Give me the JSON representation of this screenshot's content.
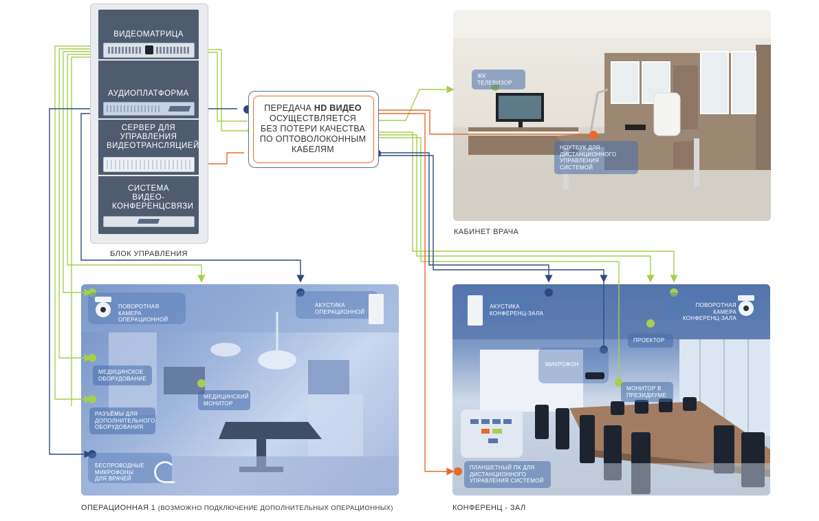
{
  "rack": {
    "sections": [
      {
        "label": "ВИДЕОМАТРИЦА"
      },
      {
        "label": "АУДИОПЛАТФОРМА"
      },
      {
        "label": "СЕРВЕР ДЛЯ УПРАВЛЕНИЯ ВИДЕОТРАНСЛЯЦИЕЙ"
      },
      {
        "label": "СИСТЕМА ВИДЕО-КОНФЕРЕНЦСВЯЗИ"
      }
    ],
    "caption": "БЛОК УПРАВЛЕНИЯ"
  },
  "center": {
    "line1_pre": "ПЕРЕДАЧА ",
    "line1_bold": "HD ВИДЕО",
    "line2": "ОСУЩЕСТВЛЯЕТСЯ",
    "line3": "БЕЗ ПОТЕРИ КАЧЕСТВА",
    "line4": "ПО ОПТОВОЛОКОННЫМ",
    "line5": "КАБЕЛЯМ"
  },
  "office": {
    "caption": "КАБИНЕТ ВРАЧА",
    "tags": {
      "tv": "ЖК ТЕЛЕВИЗОР",
      "laptop": "НОУТБУК ДЛЯ ДИСТАНЦИОННОГО УПРАВЛЕНИЯ СИСТЕМОЙ"
    }
  },
  "operating": {
    "caption_main": "ОПЕРАЦИОННАЯ 1 ",
    "caption_note": "(ВОЗМОЖНО ПОДКЛЮЧЕНИЕ ДОПОЛНИТЕЛЬНЫХ ОПЕРАЦИОННЫХ)",
    "tags": {
      "camera": "ПОВОРОТНАЯ КАМЕРА ОПЕРАЦИОННОЙ",
      "acoustics": "АКУСТИКА ОПЕРАЦИОННОЙ",
      "medical": "МЕДИЦИНСКОЕ ОБОРУДОВАНИЕ",
      "monitor": "МЕДИЦИНСКИЙ МОНИТОР",
      "connectors": "РАЗЪЁМЫ ДЛЯ ДОПОЛНИТЕЛЬНОГО ОБОРУДОВАНИЯ",
      "mics": "БЕСПРОВОДНЫЕ МИКРОФОНЫ ДЛЯ ВРАЧЕЙ"
    }
  },
  "conference": {
    "caption": "КОНФЕРЕНЦ - ЗАЛ",
    "tags": {
      "acoustics": "АКУСТИКА КОНФЕРЕНЦ-ЗАЛА",
      "camera": "ПОВОРОТНАЯ КАМЕРА КОНФЕРЕНЦ-ЗАЛА",
      "projector": "ПРОЕКТОР",
      "microphone": "МИКРОФОН",
      "monitor": "МОНИТОР В ПРЕЗИДИУМЕ",
      "tablet": "ПЛАНШЕТНЫЙ ПК ДЛЯ ДИСТАНЦИОННОГО УПРАВЛЕНИЯ СИСТЕМОЙ"
    }
  },
  "colors": {
    "green": "#a6cf4e",
    "navy": "#2e4a7d",
    "orange": "#e8692a",
    "rack": "#4f5c6f"
  }
}
